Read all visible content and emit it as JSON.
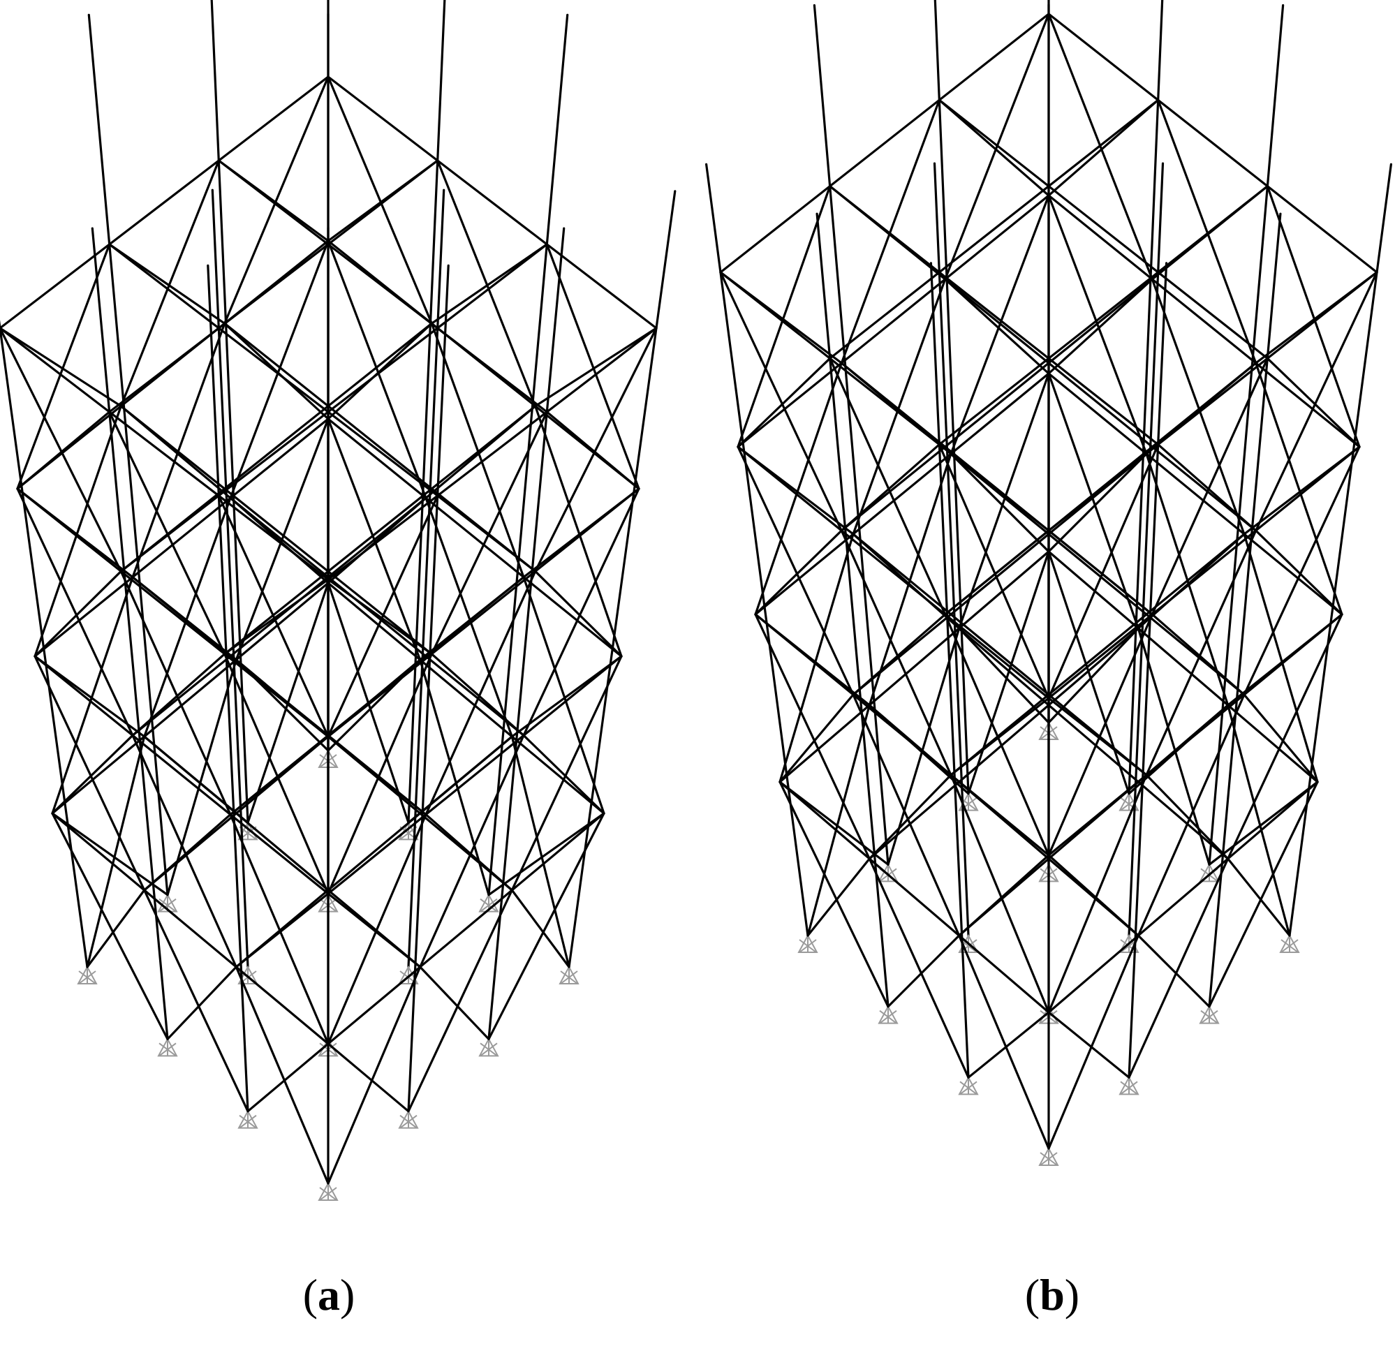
{
  "panels": [
    {
      "id": "a",
      "caption_open": "(",
      "caption_letter": "a",
      "caption_close": ")"
    },
    {
      "id": "b",
      "caption_open": "(",
      "caption_letter": "b",
      "caption_close": ")"
    }
  ],
  "colors": {
    "member": "#000000",
    "support": "#9a9a9a",
    "background": "#ffffff"
  }
}
